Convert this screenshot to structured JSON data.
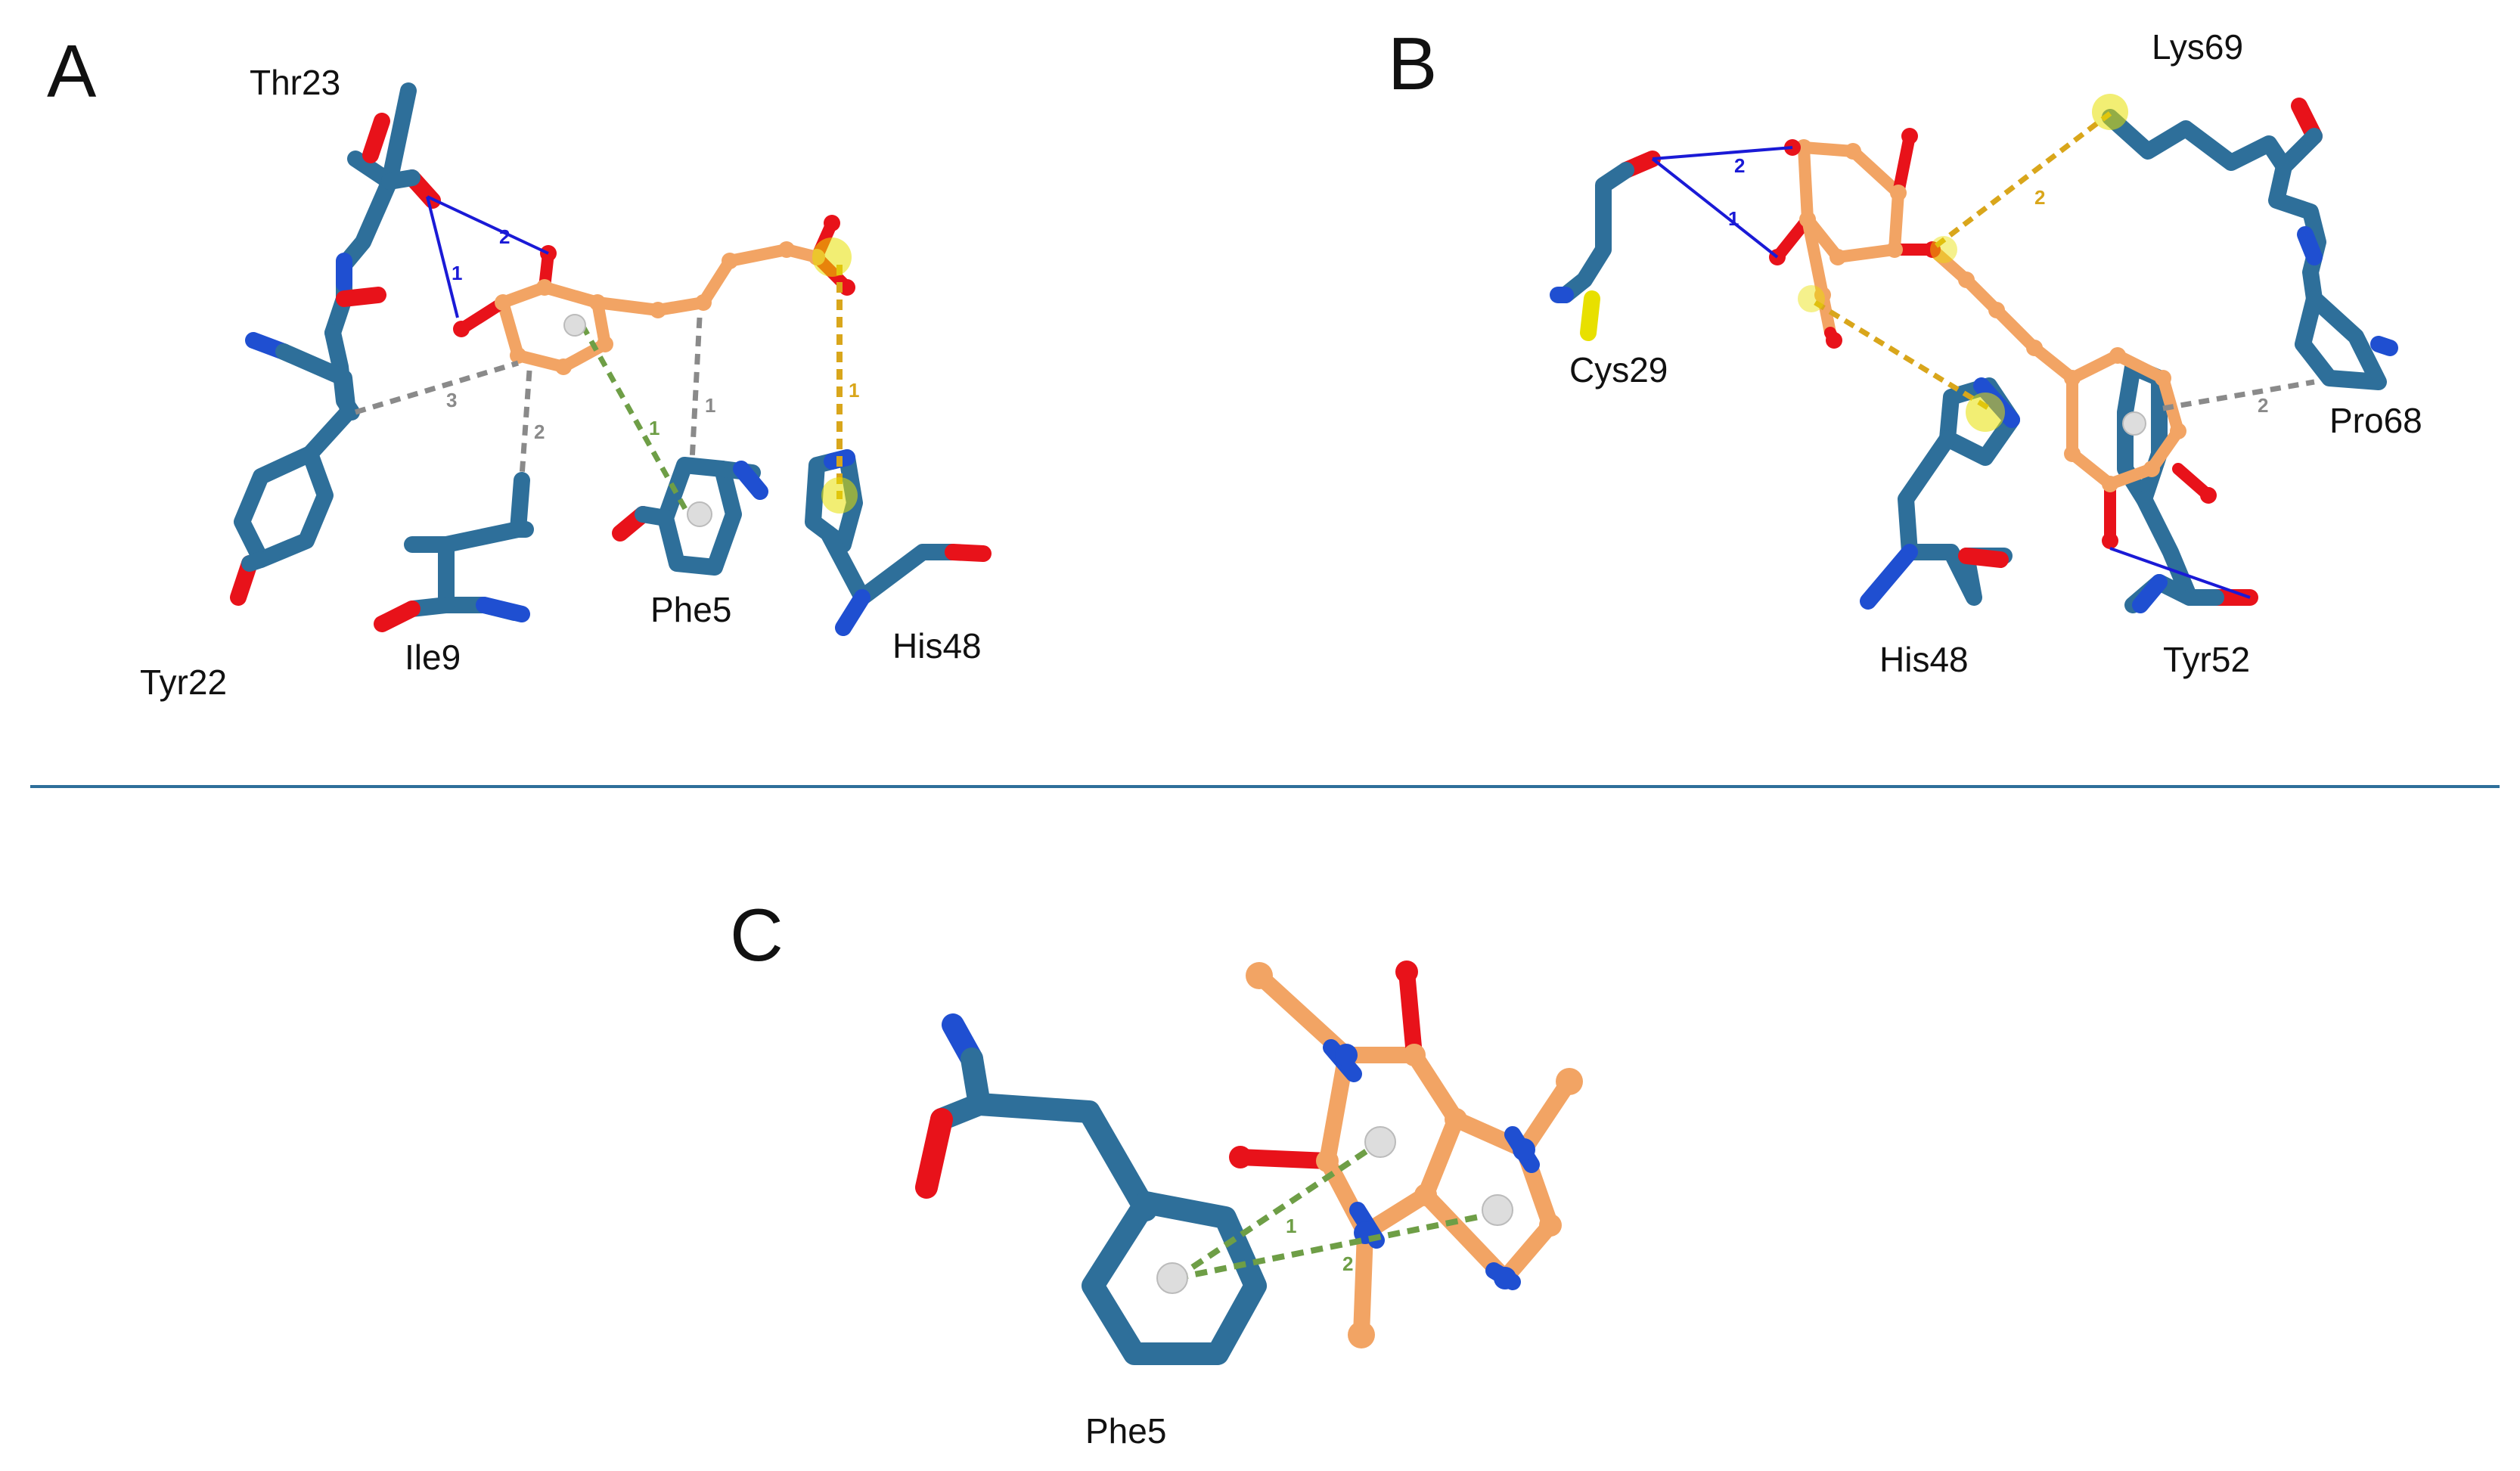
{
  "figure": {
    "panels": [
      {
        "letter": "A",
        "residues": [
          "Thr23",
          "Tyr22",
          "Ile9",
          "Phe5",
          "His48"
        ],
        "interaction_numbers": [
          "1",
          "2",
          "3",
          "2",
          "1",
          "1",
          "1"
        ]
      },
      {
        "letter": "B",
        "residues": [
          "Lys69",
          "Cys29",
          "Pro68",
          "His48",
          "Tyr52"
        ],
        "interaction_numbers": [
          "2",
          "1",
          "2",
          "2"
        ]
      },
      {
        "letter": "C",
        "residues": [
          "Phe5"
        ],
        "interaction_numbers": [
          "1",
          "2"
        ]
      }
    ],
    "colors": {
      "protein_carbon": "#2E6F9A",
      "ligand_carbon": "#F2A464",
      "oxygen": "#E8121A",
      "nitrogen": "#1F4FD1",
      "sulfur": "#E8E000",
      "divider": "#2E6F9A",
      "hydrogen_bond": "#1A1AD6",
      "salt_bridge": "#D9A61B",
      "hydrophobic": "#8A8A8A",
      "pi_stacking": "#6E9E46",
      "centroid": "#DDDDDD"
    }
  }
}
